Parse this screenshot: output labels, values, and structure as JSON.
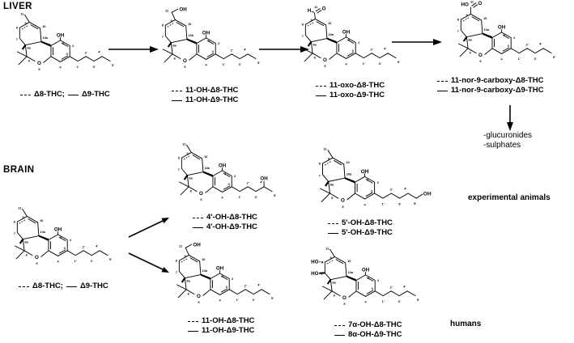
{
  "figure": {
    "sections": {
      "liver": "LIVER",
      "brain": "BRAIN"
    },
    "side_notes": {
      "experimental_animals": "experimental animals",
      "humans": "humans"
    },
    "conjugates": [
      "-glucuronides",
      "-sulphates"
    ]
  },
  "colors": {
    "ink": "#000000",
    "background": "#ffffff"
  },
  "atoms": {
    "c11": "11",
    "c9": "9",
    "c8": "8",
    "c7": "7",
    "c6a": "6a",
    "c6": "6",
    "o5": "5",
    "c10": "10",
    "c10a": "10a",
    "c1": "1",
    "c2": "2",
    "c3": "3",
    "c4": "4",
    "s1": "1'",
    "s2": "2'",
    "s3": "3'",
    "s4": "4'",
    "s5": "5'",
    "oh": "OH",
    "ho": "HO",
    "h": "H",
    "o": "O"
  },
  "structures": {
    "liver_thc": {
      "top": "methyl",
      "chain": "plain",
      "ring": "plain",
      "dashed": "Δ8-THC;",
      "solid": "Δ9-THC"
    },
    "liver_11oh": {
      "top": "ch2oh",
      "chain": "plain",
      "ring": "plain",
      "dashed": "11-OH-Δ8-THC",
      "solid": "11-OH-Δ9-THC"
    },
    "liver_11oxo": {
      "top": "cho",
      "chain": "plain",
      "ring": "plain",
      "dashed": "11-oxo-Δ8-THC",
      "solid": "11-oxo-Δ9-THC"
    },
    "liver_carboxy": {
      "top": "cooh",
      "chain": "plain",
      "ring": "plain",
      "dashed": "11-nor-9-carboxy-Δ8-THC",
      "solid": "11-nor-9-carboxy-Δ9-THC"
    },
    "brain_thc": {
      "top": "methyl",
      "chain": "plain",
      "ring": "plain",
      "dashed": "Δ8-THC;",
      "solid": "Δ9-THC"
    },
    "brain_4oh": {
      "top": "methyl",
      "chain": "oh4",
      "ring": "plain",
      "dashed": "4'-OH-Δ8-THC",
      "solid": "4'-OH-Δ9-THC"
    },
    "brain_5oh": {
      "top": "methyl",
      "chain": "oh5",
      "ring": "plain",
      "dashed": "5'-OH-Δ8-THC",
      "solid": "5'-OH-Δ9-THC"
    },
    "brain_11oh": {
      "top": "ch2oh",
      "chain": "plain",
      "ring": "plain",
      "dashed": "11-OH-Δ8-THC",
      "solid": "11-OH-Δ9-THC"
    },
    "brain_78oh": {
      "top": "methyl",
      "chain": "plain",
      "ring": "dioh",
      "dashed": "7α-OH-Δ8-THC",
      "solid": "8α-OH-Δ9-THC"
    }
  }
}
